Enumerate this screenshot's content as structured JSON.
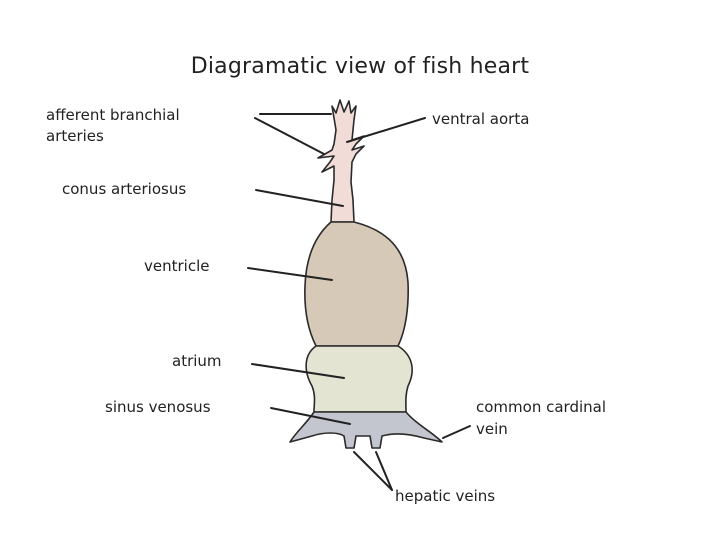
{
  "title": "Diagramatic view of fish heart",
  "labels": {
    "afferent_1": "afferent branchial",
    "afferent_2": "arteries",
    "ventral_aorta": "ventral aorta",
    "conus": "conus arteriosus",
    "ventricle": "ventricle",
    "atrium": "atrium",
    "sinus": "sinus venosus",
    "cardinal_1": "common cardinal",
    "cardinal_2": "vein",
    "hepatic": "hepatic veins"
  },
  "colors": {
    "aorta": "#f1dcd8",
    "ventricle": "#d7c9b7",
    "atrium": "#e3e4d2",
    "sinus": "#c4c6cf",
    "outline": "#2a2a2a",
    "leader": "#222222"
  }
}
